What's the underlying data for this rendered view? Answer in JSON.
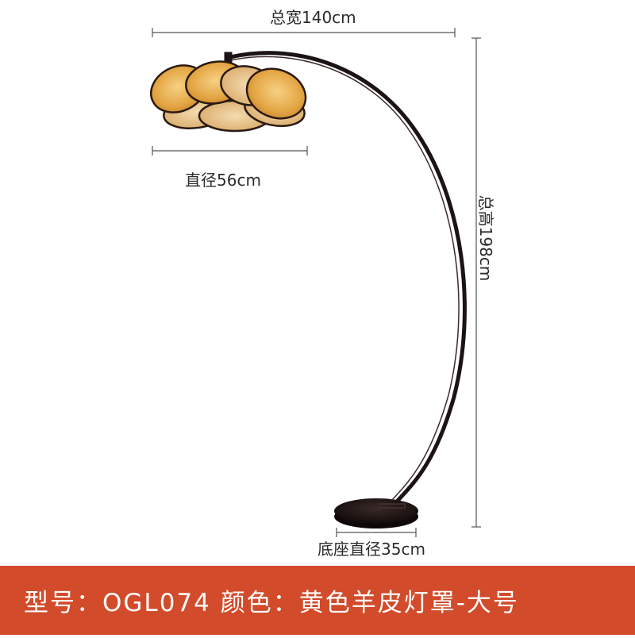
{
  "dimensions": {
    "total_width": "总宽140cm",
    "shade_diameter": "直径56cm",
    "total_height": "总高198cm",
    "base_diameter": "底座直径35cm"
  },
  "footer": {
    "text": "型号：OGL074   颜色：黄色羊皮灯罩-大号"
  },
  "colors": {
    "footer_band": "#d24b2a",
    "footer_text": "#ffffff",
    "label_text": "#2b2b2b",
    "measure_line": "#555555",
    "lamp_frame": "#1c1414",
    "shade_fill": "#e8a84a",
    "shade_edge": "#2a1a12"
  }
}
